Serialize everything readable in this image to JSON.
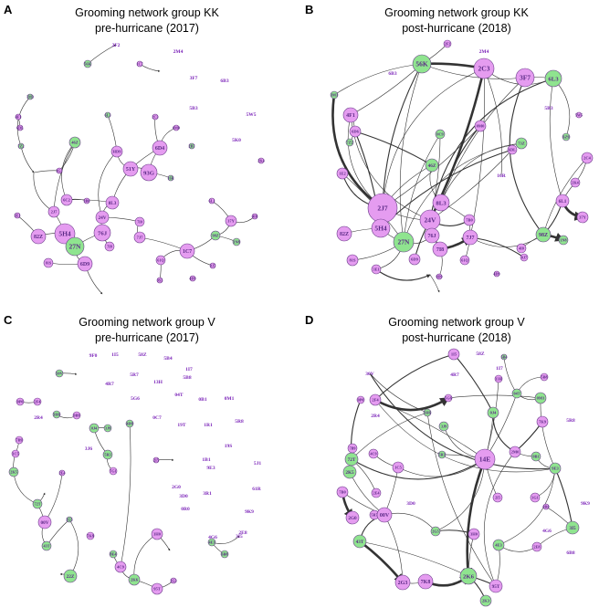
{
  "colors": {
    "female": "#e59cf0",
    "male": "#8fe48f",
    "node_stroke": "#6a3d8a",
    "edge": "#333333",
    "label_purple": "#7a22b8",
    "label_navy": "#1b2a6b"
  },
  "panels": [
    {
      "letter": "A",
      "title1": "Grooming network group KK",
      "title2": "pre-hurricane (2017)",
      "nodes": [
        {
          "id": "56K",
          "s": "m",
          "r": 4
        },
        {
          "id": "3F7",
          "s": "i",
          "r": 0
        },
        {
          "id": "2F2",
          "s": "i",
          "r": 0
        },
        {
          "id": "2M4",
          "s": "i",
          "r": 0
        },
        {
          "id": "1C7",
          "s": "f",
          "r": 3
        },
        {
          "id": "6B3",
          "s": "i",
          "r": 0
        },
        {
          "id": "3M3",
          "s": "m",
          "r": 3
        },
        {
          "id": "5B3",
          "s": "i",
          "r": 0
        },
        {
          "id": "5W5",
          "s": "i",
          "r": 0
        },
        {
          "id": "4F1",
          "s": "f",
          "r": 3
        },
        {
          "id": "6L3",
          "s": "m",
          "r": 3
        },
        {
          "id": "0M0",
          "s": "f",
          "r": 3
        },
        {
          "id": "5K0",
          "s": "i",
          "r": 0
        },
        {
          "id": "6D4",
          "s": "f",
          "r": 8
        },
        {
          "id": "2B7",
          "s": "m",
          "r": 3
        },
        {
          "id": "2C3",
          "s": "f",
          "r": 3
        },
        {
          "id": "6DL",
          "s": "f",
          "r": 3
        },
        {
          "id": "7Z2",
          "s": "m",
          "r": 3
        },
        {
          "id": "HD9",
          "s": "f",
          "r": 6
        },
        {
          "id": "51Y",
          "s": "f",
          "r": 8
        },
        {
          "id": "93G",
          "s": "f",
          "r": 9
        },
        {
          "id": "16R",
          "s": "m",
          "r": 3
        },
        {
          "id": "46Z",
          "s": "m",
          "r": 6
        },
        {
          "id": "6C2",
          "s": "f",
          "r": 6
        },
        {
          "id": "8L3",
          "s": "f",
          "r": 7
        },
        {
          "id": "3B0",
          "s": "f",
          "r": 3
        },
        {
          "id": "3G1",
          "s": "f",
          "r": 3
        },
        {
          "id": "2J7",
          "s": "f",
          "r": 6
        },
        {
          "id": "24V",
          "s": "f",
          "r": 7
        },
        {
          "id": "7I0",
          "s": "f",
          "r": 5
        },
        {
          "id": "5H4",
          "s": "f",
          "r": 11
        },
        {
          "id": "82Z",
          "s": "f",
          "r": 8
        },
        {
          "id": "76J",
          "s": "f",
          "r": 9
        },
        {
          "id": "7J7",
          "s": "f",
          "r": 6
        },
        {
          "id": "27N",
          "s": "m",
          "r": 10
        },
        {
          "id": "7I8",
          "s": "f",
          "r": 5
        },
        {
          "id": "98Z",
          "s": "m",
          "r": 5
        },
        {
          "id": "1C7b",
          "s": "f",
          "r": 8
        },
        {
          "id": "6D9",
          "s": "f",
          "r": 8
        },
        {
          "id": "61Q",
          "s": "f",
          "r": 5
        },
        {
          "id": "4D9",
          "s": "f",
          "r": 3
        },
        {
          "id": "0J7",
          "s": "f",
          "r": 3
        },
        {
          "id": "1N8",
          "s": "m",
          "r": 4
        },
        {
          "id": "2K4",
          "s": "f",
          "r": 3
        },
        {
          "id": "6L1",
          "s": "f",
          "r": 3
        },
        {
          "id": "37Y",
          "s": "f",
          "r": 6
        },
        {
          "id": "4I0",
          "s": "f",
          "r": 3
        },
        {
          "id": "81S",
          "s": "f",
          "r": 5
        },
        {
          "id": "0S3",
          "s": "f",
          "r": 3
        },
        {
          "id": "3E1",
          "s": "f",
          "r": 3
        }
      ]
    },
    {
      "letter": "B",
      "title1": "Grooming network group KK",
      "title2": "post-hurricane (2018)",
      "nodes": [
        {
          "id": "56K",
          "s": "m",
          "r": 10
        },
        {
          "id": "2C3",
          "s": "f",
          "r": 11
        },
        {
          "id": "3F7",
          "s": "f",
          "r": 10
        },
        {
          "id": "6L3",
          "s": "m",
          "r": 9
        },
        {
          "id": "2F2",
          "s": "f",
          "r": 4
        },
        {
          "id": "2M4",
          "s": "i",
          "r": 0
        },
        {
          "id": "6B3",
          "s": "i",
          "r": 0
        },
        {
          "id": "3M3",
          "s": "m",
          "r": 4
        },
        {
          "id": "4F1",
          "s": "f",
          "r": 8
        },
        {
          "id": "6D6",
          "s": "f",
          "r": 6
        },
        {
          "id": "7Z2",
          "s": "m",
          "r": 4
        },
        {
          "id": "0C9",
          "s": "m",
          "r": 5
        },
        {
          "id": "0M0",
          "s": "f",
          "r": 6
        },
        {
          "id": "5W5",
          "s": "f",
          "r": 3
        },
        {
          "id": "5B3",
          "s": "i",
          "r": 0
        },
        {
          "id": "1E2",
          "s": "f",
          "r": 6
        },
        {
          "id": "46Z",
          "s": "m",
          "r": 7
        },
        {
          "id": "73Z",
          "s": "m",
          "r": 6
        },
        {
          "id": "6Z9",
          "s": "m",
          "r": 4
        },
        {
          "id": "6DL",
          "s": "f",
          "r": 5
        },
        {
          "id": "16R",
          "s": "i",
          "r": 0
        },
        {
          "id": "2C4",
          "s": "f",
          "r": 6
        },
        {
          "id": "2K4",
          "s": "f",
          "r": 5
        },
        {
          "id": "2J7",
          "s": "f",
          "r": 16
        },
        {
          "id": "8L3",
          "s": "f",
          "r": 9
        },
        {
          "id": "5H4",
          "s": "f",
          "r": 10
        },
        {
          "id": "24V",
          "s": "f",
          "r": 11
        },
        {
          "id": "7B0",
          "s": "f",
          "r": 6
        },
        {
          "id": "6L1",
          "s": "f",
          "r": 7
        },
        {
          "id": "37Y",
          "s": "f",
          "r": 6
        },
        {
          "id": "98Z",
          "s": "m",
          "r": 8
        },
        {
          "id": "82Z",
          "s": "f",
          "r": 8
        },
        {
          "id": "27N",
          "s": "m",
          "r": 11
        },
        {
          "id": "76J",
          "s": "f",
          "r": 8
        },
        {
          "id": "7I8",
          "s": "f",
          "r": 8
        },
        {
          "id": "7J7",
          "s": "f",
          "r": 8
        },
        {
          "id": "0J7",
          "s": "f",
          "r": 4
        },
        {
          "id": "1N8",
          "s": "m",
          "r": 5
        },
        {
          "id": "81S",
          "s": "f",
          "r": 6
        },
        {
          "id": "4D9",
          "s": "f",
          "r": 3
        },
        {
          "id": "6D9",
          "s": "f",
          "r": 6
        },
        {
          "id": "61Q",
          "s": "f",
          "r": 5
        },
        {
          "id": "9D9",
          "s": "f",
          "r": 3
        },
        {
          "id": "3E1",
          "s": "f",
          "r": 5
        },
        {
          "id": "4I0",
          "s": "f",
          "r": 5
        }
      ]
    },
    {
      "letter": "C",
      "title1": "Grooming network group V",
      "title2": "pre-hurricane (2017)",
      "nodes": [
        {
          "id": "9F0",
          "s": "i",
          "r": 0
        },
        {
          "id": "1I5",
          "s": "i",
          "r": 0
        },
        {
          "id": "58Z",
          "s": "i",
          "r": 0
        },
        {
          "id": "5B4",
          "s": "i",
          "r": 0
        },
        {
          "id": "30V",
          "s": "m",
          "r": 4
        },
        {
          "id": "4R7",
          "s": "i",
          "r": 0
        },
        {
          "id": "5R7",
          "s": "i",
          "r": 0
        },
        {
          "id": "1I7",
          "s": "i",
          "r": 0
        },
        {
          "id": "5B8",
          "s": "i",
          "r": 0
        },
        {
          "id": "13H",
          "s": "i",
          "r": 0
        },
        {
          "id": "0M1",
          "s": "i",
          "r": 0
        },
        {
          "id": "0B1",
          "s": "i",
          "r": 0
        },
        {
          "id": "04T",
          "s": "i",
          "r": 0
        },
        {
          "id": "0P0",
          "s": "f",
          "r": 4
        },
        {
          "id": "2F4",
          "s": "f",
          "r": 4
        },
        {
          "id": "3H6",
          "s": "m",
          "r": 4
        },
        {
          "id": "0B9",
          "s": "f",
          "r": 4
        },
        {
          "id": "3J9",
          "s": "m",
          "r": 4
        },
        {
          "id": "5G6",
          "s": "i",
          "r": 0
        },
        {
          "id": "0C7",
          "s": "i",
          "r": 0
        },
        {
          "id": "19T",
          "s": "i",
          "r": 0
        },
        {
          "id": "1R1",
          "s": "i",
          "r": 0
        },
        {
          "id": "5R8",
          "s": "i",
          "r": 0
        },
        {
          "id": "2R4",
          "s": "i",
          "r": 0
        },
        {
          "id": "0J4",
          "s": "m",
          "r": 5
        },
        {
          "id": "4D9",
          "s": "m",
          "r": 4
        },
        {
          "id": "3J6",
          "s": "i",
          "r": 0
        },
        {
          "id": "5R3",
          "s": "m",
          "r": 5
        },
        {
          "id": "7G1",
          "s": "f",
          "r": 4
        },
        {
          "id": "1B1",
          "s": "i",
          "r": 0
        },
        {
          "id": "2I5",
          "s": "f",
          "r": 3
        },
        {
          "id": "19S",
          "s": "i",
          "r": 0
        },
        {
          "id": "5J1",
          "s": "i",
          "r": 0
        },
        {
          "id": "9E3",
          "s": "i",
          "r": 0
        },
        {
          "id": "7B9",
          "s": "f",
          "r": 4
        },
        {
          "id": "1C5",
          "s": "f",
          "r": 4
        },
        {
          "id": "2K5",
          "s": "m",
          "r": 5
        },
        {
          "id": "2E4",
          "s": "f",
          "r": 3
        },
        {
          "id": "3R1",
          "s": "i",
          "r": 0
        },
        {
          "id": "61R",
          "s": "i",
          "r": 0
        },
        {
          "id": "72T",
          "s": "m",
          "r": 5
        },
        {
          "id": "00V",
          "s": "f",
          "r": 7
        },
        {
          "id": "2G0",
          "s": "i",
          "r": 0
        },
        {
          "id": "3D0",
          "s": "i",
          "r": 0
        },
        {
          "id": "0R0",
          "s": "i",
          "r": 0
        },
        {
          "id": "9K9",
          "s": "i",
          "r": 0
        },
        {
          "id": "43T",
          "s": "m",
          "r": 5
        },
        {
          "id": "2G5",
          "s": "m",
          "r": 3
        },
        {
          "id": "22Z",
          "s": "m",
          "r": 7
        },
        {
          "id": "7K8",
          "s": "f",
          "r": 4
        },
        {
          "id": "8E4",
          "s": "m",
          "r": 4
        },
        {
          "id": "4C9",
          "s": "f",
          "r": 6
        },
        {
          "id": "3H0",
          "s": "f",
          "r": 6
        },
        {
          "id": "2K6",
          "s": "m",
          "r": 6
        },
        {
          "id": "95T",
          "s": "f",
          "r": 6
        },
        {
          "id": "2G3",
          "s": "f",
          "r": 3
        },
        {
          "id": "4E3",
          "s": "m",
          "r": 4
        },
        {
          "id": "3I5",
          "s": "i",
          "r": 0
        },
        {
          "id": "2E8",
          "s": "i",
          "r": 0
        },
        {
          "id": "4G6",
          "s": "i",
          "r": 0
        },
        {
          "id": "6B8",
          "s": "m",
          "r": 4
        }
      ]
    },
    {
      "letter": "D",
      "title1": "Grooming network group V",
      "title2": "post-hurricane (2018)",
      "nodes": [
        {
          "id": "1I5",
          "s": "f",
          "r": 6
        },
        {
          "id": "58Z",
          "s": "i",
          "r": 0
        },
        {
          "id": "5B4",
          "s": "m",
          "r": 3
        },
        {
          "id": "30V",
          "s": "i",
          "r": 0
        },
        {
          "id": "4R7",
          "s": "i",
          "r": 0
        },
        {
          "id": "1I7",
          "s": "i",
          "r": 0
        },
        {
          "id": "13H",
          "s": "f",
          "r": 4
        },
        {
          "id": "5B8",
          "s": "f",
          "r": 4
        },
        {
          "id": "0P0",
          "s": "f",
          "r": 4
        },
        {
          "id": "2F4",
          "s": "f",
          "r": 6
        },
        {
          "id": "04T",
          "s": "m",
          "r": 5
        },
        {
          "id": "0M1",
          "s": "m",
          "r": 6
        },
        {
          "id": "2R4",
          "s": "i",
          "r": 0
        },
        {
          "id": "5G6",
          "s": "f",
          "r": 4
        },
        {
          "id": "3H6",
          "s": "m",
          "r": 4
        },
        {
          "id": "0J4",
          "s": "m",
          "r": 6
        },
        {
          "id": "3J9",
          "s": "m",
          "r": 5
        },
        {
          "id": "7K9",
          "s": "f",
          "r": 6
        },
        {
          "id": "5R8",
          "s": "i",
          "r": 0
        },
        {
          "id": "5R3",
          "s": "m",
          "r": 4
        },
        {
          "id": "14E",
          "s": "f",
          "r": 11
        },
        {
          "id": "2M0",
          "s": "f",
          "r": 6
        },
        {
          "id": "0B1",
          "s": "m",
          "r": 5
        },
        {
          "id": "9E3",
          "s": "m",
          "r": 6
        },
        {
          "id": "72T",
          "s": "m",
          "r": 7
        },
        {
          "id": "2K5",
          "s": "m",
          "r": 7
        },
        {
          "id": "4C9",
          "s": "f",
          "r": 5
        },
        {
          "id": "1C5",
          "s": "f",
          "r": 6
        },
        {
          "id": "7B0",
          "s": "f",
          "r": 6
        },
        {
          "id": "2E4",
          "s": "f",
          "r": 5
        },
        {
          "id": "5R7",
          "s": "f",
          "r": 5
        },
        {
          "id": "00V",
          "s": "f",
          "r": 8
        },
        {
          "id": "2G0",
          "s": "f",
          "r": 7
        },
        {
          "id": "3D0",
          "s": "i",
          "r": 0
        },
        {
          "id": "1G1",
          "s": "f",
          "r": 5
        },
        {
          "id": "2I5",
          "s": "f",
          "r": 5
        },
        {
          "id": "43T",
          "s": "m",
          "r": 7
        },
        {
          "id": "7B9",
          "s": "f",
          "r": 5
        },
        {
          "id": "2G5",
          "s": "m",
          "r": 5
        },
        {
          "id": "3H0",
          "s": "f",
          "r": 6
        },
        {
          "id": "2K6",
          "s": "m",
          "r": 9
        },
        {
          "id": "7K8",
          "s": "f",
          "r": 8
        },
        {
          "id": "2G3",
          "s": "f",
          "r": 8
        },
        {
          "id": "95T",
          "s": "f",
          "r": 7
        },
        {
          "id": "4E3",
          "s": "m",
          "r": 6
        },
        {
          "id": "2E8",
          "s": "f",
          "r": 5
        },
        {
          "id": "3I5",
          "s": "m",
          "r": 7
        },
        {
          "id": "6B8",
          "s": "i",
          "r": 0
        },
        {
          "id": "4G6",
          "s": "i",
          "r": 0
        },
        {
          "id": "0R0",
          "s": "f",
          "r": 3
        },
        {
          "id": "9K9",
          "s": "i",
          "r": 0
        },
        {
          "id": "2K3",
          "s": "m",
          "r": 6
        }
      ]
    }
  ]
}
